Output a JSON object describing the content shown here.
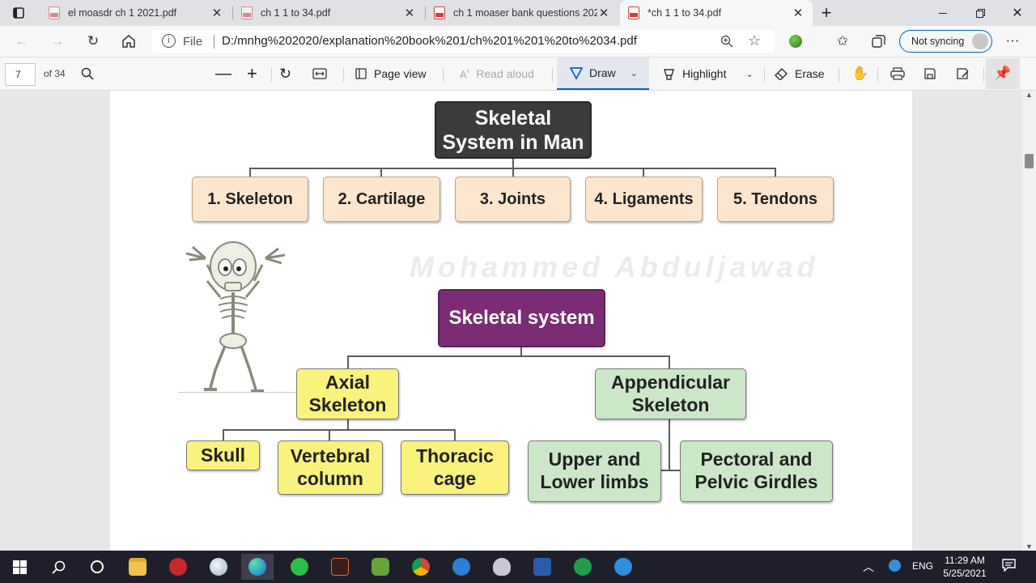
{
  "tabs": [
    {
      "label": "el moasdr ch 1 2021.pdf",
      "active": false
    },
    {
      "label": "ch 1 1 to 34.pdf",
      "active": false
    },
    {
      "label": "ch 1 moaser bank questions 2021",
      "active": false
    },
    {
      "label": "*ch 1 1 to 34.pdf",
      "active": true
    }
  ],
  "address": {
    "file_label": "File",
    "url": "D:/mnhg%202020/explanation%20book%201/ch%201%201%20to%2034.pdf"
  },
  "profile": {
    "sync_label": "Not syncing"
  },
  "pdf_toolbar": {
    "page_current": "7",
    "page_total": "of 34",
    "page_view": "Page view",
    "read_aloud": "Read aloud",
    "draw": "Draw",
    "highlight": "Highlight",
    "erase": "Erase"
  },
  "diagram": {
    "watermark": "Mohammed Abduljawad",
    "top": {
      "title_line1": "Skeletal",
      "title_line2": "System in Man",
      "items": [
        "1. Skeleton",
        "2. Cartilage",
        "3. Joints",
        "4. Ligaments",
        "5. Tendons"
      ]
    },
    "bottom": {
      "root": "Skeletal system",
      "axial": {
        "line1": "Axial",
        "line2": "Skeleton"
      },
      "appendicular": {
        "line1": "Appendicular",
        "line2": "Skeleton"
      },
      "axial_children": [
        {
          "line1": "Skull",
          "line2": ""
        },
        {
          "line1": "Vertebral",
          "line2": "column"
        },
        {
          "line1": "Thoracic",
          "line2": "cage"
        }
      ],
      "appendicular_children": [
        {
          "line1": "Upper and",
          "line2": "Lower limbs"
        },
        {
          "line1": "Pectoral and",
          "line2": "Pelvic Girdles"
        }
      ]
    }
  },
  "taskbar": {
    "language": "ENG",
    "time": "11:29 AM",
    "date": "5/25/2021"
  },
  "colors": {
    "dark_box": "#3b3b3b",
    "peach_box": "#fce6cd",
    "purple_box": "#7b2c75",
    "yellow_box": "#f9f27c",
    "green_box": "#cbe7c8",
    "accent": "#0f5ec4"
  }
}
